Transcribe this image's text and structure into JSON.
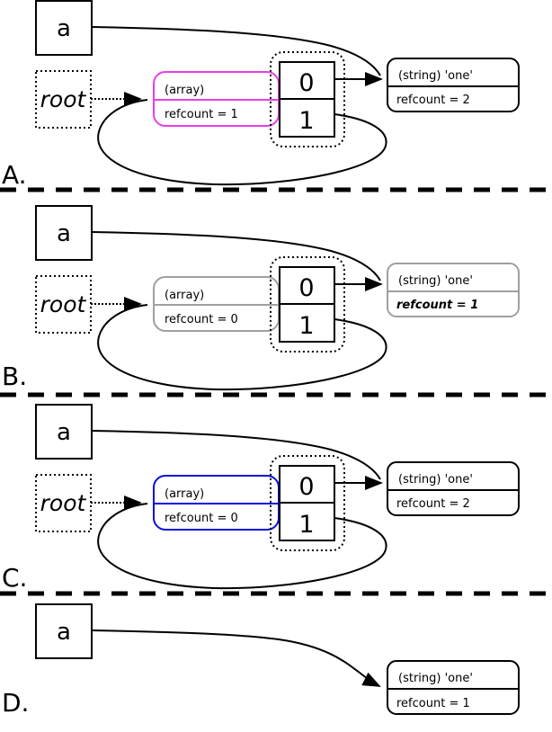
{
  "colors": {
    "array_highlight_a": "#e83ee8",
    "faded_gray": "#a0a0a0",
    "array_highlight_c": "#0d0de0",
    "black": "#000000"
  },
  "panels": [
    {
      "label": "A.",
      "variable": "a",
      "root": "root",
      "array_type": "(array)",
      "array_refcount": "refcount = 1",
      "cell_0": "0",
      "cell_1": "1",
      "string_type": "(string) 'one'",
      "string_refcount": "refcount = 2"
    },
    {
      "label": "B.",
      "variable": "a",
      "root": "root",
      "array_type": "(array)",
      "array_refcount": "refcount = 0",
      "cell_0": "0",
      "cell_1": "1",
      "string_type": "(string) 'one'",
      "string_refcount": "refcount = 1"
    },
    {
      "label": "C.",
      "variable": "a",
      "root": "root",
      "array_type": "(array)",
      "array_refcount": "refcount = 0",
      "cell_0": "0",
      "cell_1": "1",
      "string_type": "(string) 'one'",
      "string_refcount": "refcount = 2"
    },
    {
      "label": "D.",
      "variable": "a",
      "string_type": "(string) 'one'",
      "string_refcount": "refcount = 1"
    }
  ]
}
